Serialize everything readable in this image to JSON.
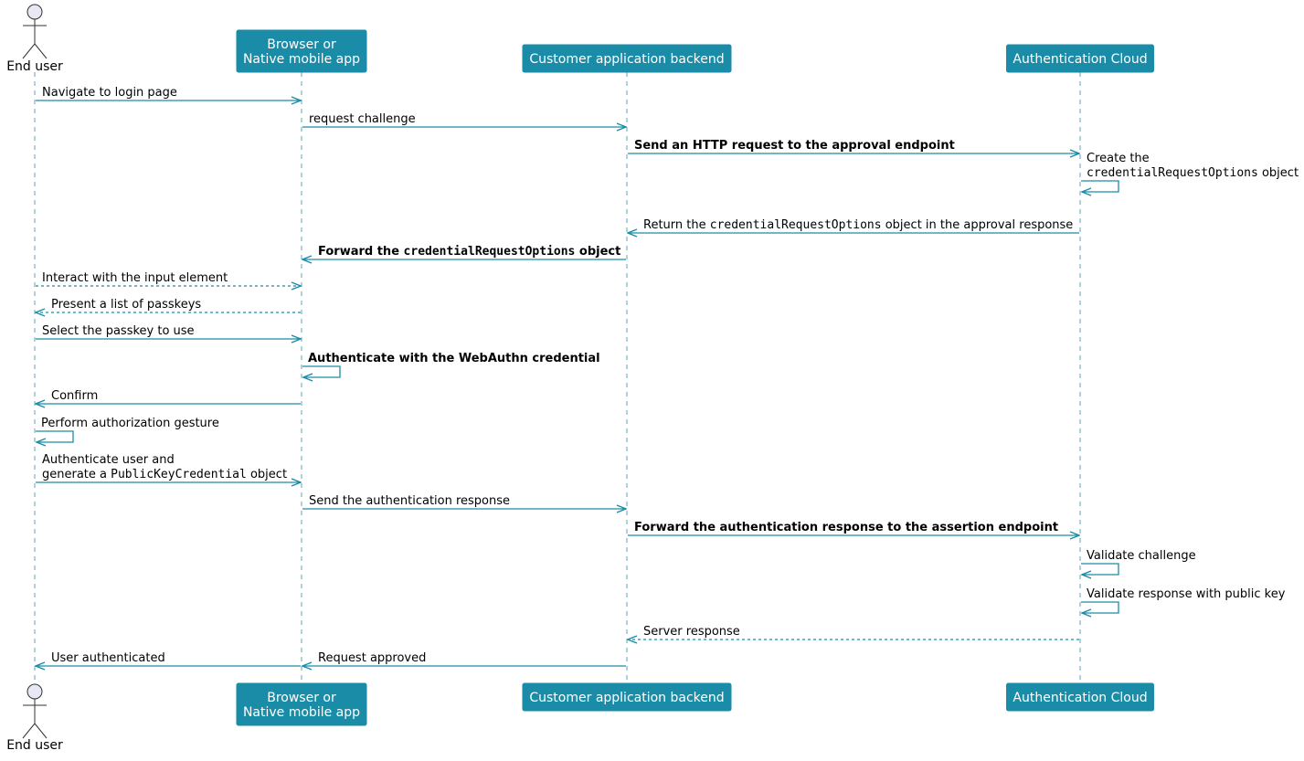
{
  "colors": {
    "participant_fill": "#1a8ca8",
    "participant_text": "#ffffff",
    "lifeline": "#1a8ca8",
    "arrow": "#1a8ca8",
    "actor_fill": "#e8e8f4",
    "actor_stroke": "#333333"
  },
  "participants": [
    {
      "id": "user",
      "kind": "actor",
      "lines": [
        "End user"
      ]
    },
    {
      "id": "browser",
      "kind": "box",
      "lines": [
        "Browser or",
        "Native mobile app"
      ]
    },
    {
      "id": "backend",
      "kind": "box",
      "lines": [
        "Customer application backend"
      ]
    },
    {
      "id": "cloud",
      "kind": "box",
      "lines": [
        "Authentication Cloud"
      ]
    }
  ],
  "messages": [
    {
      "from": "user",
      "to": "browser",
      "style": "solid",
      "lines": [
        [
          {
            "t": "Navigate to login page"
          }
        ]
      ]
    },
    {
      "from": "browser",
      "to": "backend",
      "style": "solid",
      "lines": [
        [
          {
            "t": "request challenge"
          }
        ]
      ]
    },
    {
      "from": "backend",
      "to": "cloud",
      "style": "solid",
      "bold": true,
      "lines": [
        [
          {
            "t": "Send an HTTP request to the approval endpoint"
          }
        ]
      ]
    },
    {
      "from": "cloud",
      "to": "cloud",
      "style": "self",
      "lines": [
        [
          {
            "t": "Create the"
          }
        ],
        [
          {
            "t": "credentialRequestOptions",
            "mono": true
          },
          {
            "t": " object"
          }
        ]
      ]
    },
    {
      "from": "cloud",
      "to": "backend",
      "style": "solid",
      "lines": [
        [
          {
            "t": "Return the "
          },
          {
            "t": "credentialRequestOptions",
            "mono": true
          },
          {
            "t": " object in the approval response"
          }
        ]
      ]
    },
    {
      "from": "backend",
      "to": "browser",
      "style": "solid",
      "bold": true,
      "lines": [
        [
          {
            "t": "Forward the "
          },
          {
            "t": "credentialRequestOptions",
            "mono": true
          },
          {
            "t": " object"
          }
        ]
      ]
    },
    {
      "from": "user",
      "to": "browser",
      "style": "dashed",
      "lines": [
        [
          {
            "t": "Interact with the input element"
          }
        ]
      ]
    },
    {
      "from": "browser",
      "to": "user",
      "style": "dashed",
      "lines": [
        [
          {
            "t": "Present a list of passkeys"
          }
        ]
      ]
    },
    {
      "from": "user",
      "to": "browser",
      "style": "solid",
      "lines": [
        [
          {
            "t": "Select the passkey to use"
          }
        ]
      ]
    },
    {
      "from": "browser",
      "to": "browser",
      "style": "self",
      "bold": true,
      "lines": [
        [
          {
            "t": "Authenticate with the WebAuthn credential"
          }
        ]
      ]
    },
    {
      "from": "browser",
      "to": "user",
      "style": "solid",
      "lines": [
        [
          {
            "t": "Confirm"
          }
        ]
      ]
    },
    {
      "from": "user",
      "to": "user",
      "style": "self",
      "lines": [
        [
          {
            "t": "Perform authorization gesture"
          }
        ]
      ]
    },
    {
      "from": "user",
      "to": "browser",
      "style": "solid",
      "lines": [
        [
          {
            "t": "Authenticate user and"
          }
        ],
        [
          {
            "t": "generate a "
          },
          {
            "t": "PublicKeyCredential",
            "mono": true
          },
          {
            "t": " object"
          }
        ]
      ]
    },
    {
      "from": "browser",
      "to": "backend",
      "style": "solid",
      "lines": [
        [
          {
            "t": "Send the authentication response"
          }
        ]
      ]
    },
    {
      "from": "backend",
      "to": "cloud",
      "style": "solid",
      "bold": true,
      "lines": [
        [
          {
            "t": "Forward the authentication response to the assertion endpoint"
          }
        ]
      ]
    },
    {
      "from": "cloud",
      "to": "cloud",
      "style": "self",
      "lines": [
        [
          {
            "t": "Validate challenge"
          }
        ]
      ]
    },
    {
      "from": "cloud",
      "to": "cloud",
      "style": "self",
      "lines": [
        [
          {
            "t": "Validate response with public key"
          }
        ]
      ]
    },
    {
      "from": "cloud",
      "to": "backend",
      "style": "dashed",
      "lines": [
        [
          {
            "t": "Server response"
          }
        ]
      ]
    },
    {
      "from": "browser",
      "to": "user",
      "style": "solid",
      "lines": [
        [
          {
            "t": "User authenticated"
          }
        ]
      ]
    },
    {
      "from": "backend",
      "to": "browser",
      "style": "solid",
      "lines": [
        [
          {
            "t": "Request approved"
          }
        ]
      ]
    }
  ]
}
